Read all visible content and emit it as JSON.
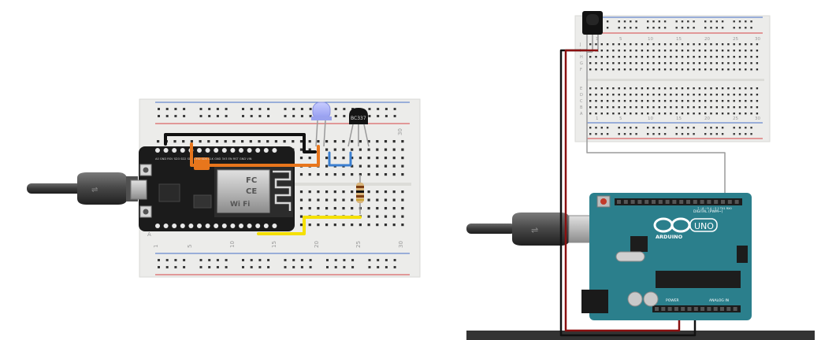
{
  "left_circuit": {
    "breadboard_numbers": {
      "top": [
        "30"
      ],
      "bottom": [
        "1",
        "5",
        "10",
        "15",
        "20",
        "25",
        "30"
      ]
    },
    "breadboard_row_letter": "A",
    "transistor_label": "BC337",
    "esp_module_marks": {
      "fc": "FC",
      "ce": "CE",
      "wifi": "Wi Fi"
    },
    "pin_labels": "A0 GND RSV SD3 SD2 SD1 CMD SD0 CLK GND 3V3 EN RST GND VIN"
  },
  "right_circuit": {
    "breadboard_top_numbers": [
      "1",
      "5",
      "10",
      "15",
      "20",
      "25",
      "30"
    ],
    "breadboard_bottom_numbers": [
      "1",
      "5",
      "10",
      "15",
      "20",
      "25",
      "30"
    ],
    "breadboard_row_letters": [
      "J",
      "I",
      "H",
      "G",
      "F",
      "E",
      "D",
      "C",
      "B",
      "A"
    ],
    "arduino": {
      "brand": "ARDUINO",
      "model": "UNO",
      "digital_label": "DIGITAL (PWM~)",
      "power_label": "POWER",
      "analog_label": "ANALOG IN",
      "header_digits": "7 ~6 ~5 4 ~3 2 TX1 RX0"
    }
  },
  "colors": {
    "wire_black": "#111111",
    "wire_orange": "#e8761c",
    "wire_blue": "#3b7fd0",
    "wire_yellow": "#f5e000",
    "wire_red": "#8a1010",
    "wire_gray": "#9a9a9a",
    "breadboard": "#ececea",
    "rail_red": "#d64545",
    "rail_blue": "#4670c8",
    "arduino_teal": "#2b7f8c",
    "nodemcu_black": "#1b1b1b"
  }
}
